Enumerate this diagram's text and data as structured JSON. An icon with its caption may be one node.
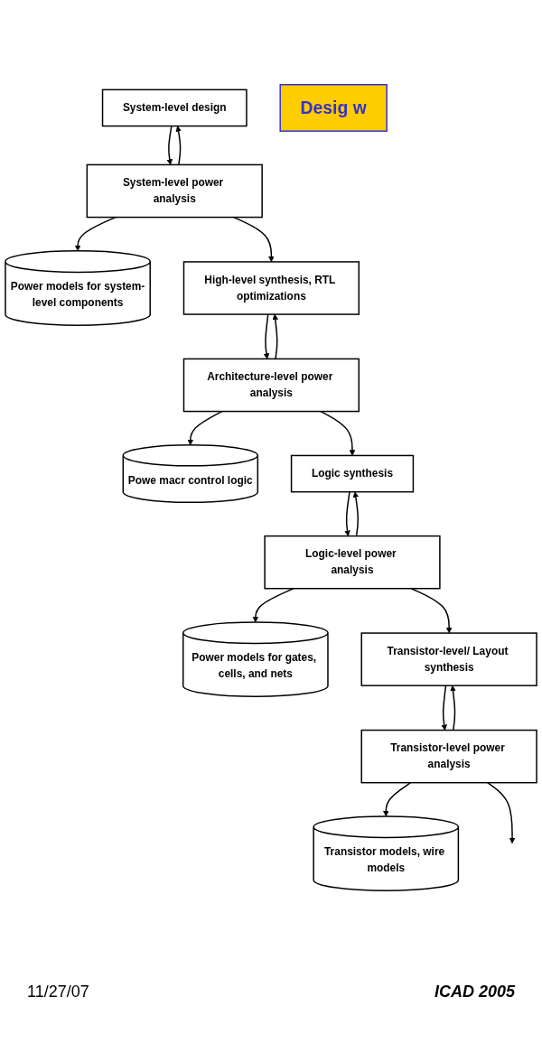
{
  "diagram": {
    "nodes": [
      {
        "text": [
          "System-level design"
        ]
      },
      {
        "text": [
          "System-level power analysis"
        ]
      },
      {
        "text": [
          "Power models for system-level components"
        ]
      },
      {
        "text": [
          "High-level synthesis, RTL optimizations"
        ]
      },
      {
        "text": [
          "Architecture-level power analysis"
        ]
      },
      {
        "text": [
          "Powe macr control logic"
        ]
      },
      {
        "text": [
          "Desig w"
        ]
      },
      {
        "text": [
          "Logic synthesis"
        ]
      },
      {
        "text": [
          "Logic-level power analysis"
        ]
      },
      {
        "text": [
          "Power models for gates, cells, and nets"
        ]
      },
      {
        "text": [
          "Transistor-level/ Layout synthesis"
        ]
      },
      {
        "text": [
          "Transistor-level power analysis"
        ]
      },
      {
        "text": [
          "Transistor models, wire models"
        ]
      }
    ],
    "edges": [
      {
        "from": 0,
        "to": 1,
        "arrow": "to"
      },
      {
        "from": 1,
        "to": 2,
        "arrow": "to"
      },
      {
        "from": 1,
        "to": 0,
        "arrow": "to"
      },
      {
        "from": 1,
        "to": 3,
        "arrow": "to"
      },
      {
        "from": 3,
        "to": 4,
        "arrow": "to"
      },
      {
        "from": 4,
        "to": 5,
        "arrow": "to"
      },
      {
        "from": 4,
        "to": 3,
        "arrow": "to"
      },
      {
        "from": 4,
        "to": 7,
        "arrow": "to"
      },
      {
        "from": 7,
        "to": 8,
        "arrow": "to"
      },
      {
        "from": 8,
        "to": 9,
        "arrow": "to"
      },
      {
        "from": 8,
        "to": 7,
        "arrow": "to"
      },
      {
        "from": 8,
        "to": 10,
        "arrow": "to"
      },
      {
        "from": 10,
        "to": 11,
        "arrow": "to"
      },
      {
        "from": 11,
        "to": 12,
        "arrow": "to"
      },
      {
        "from": 11,
        "to": 10,
        "arrow": "to"
      },
      {
        "from": 11,
        "to": null,
        "arrow": "to"
      }
    ],
    "labels": [
      "11/27/07",
      "ICAD 2005"
    ]
  }
}
